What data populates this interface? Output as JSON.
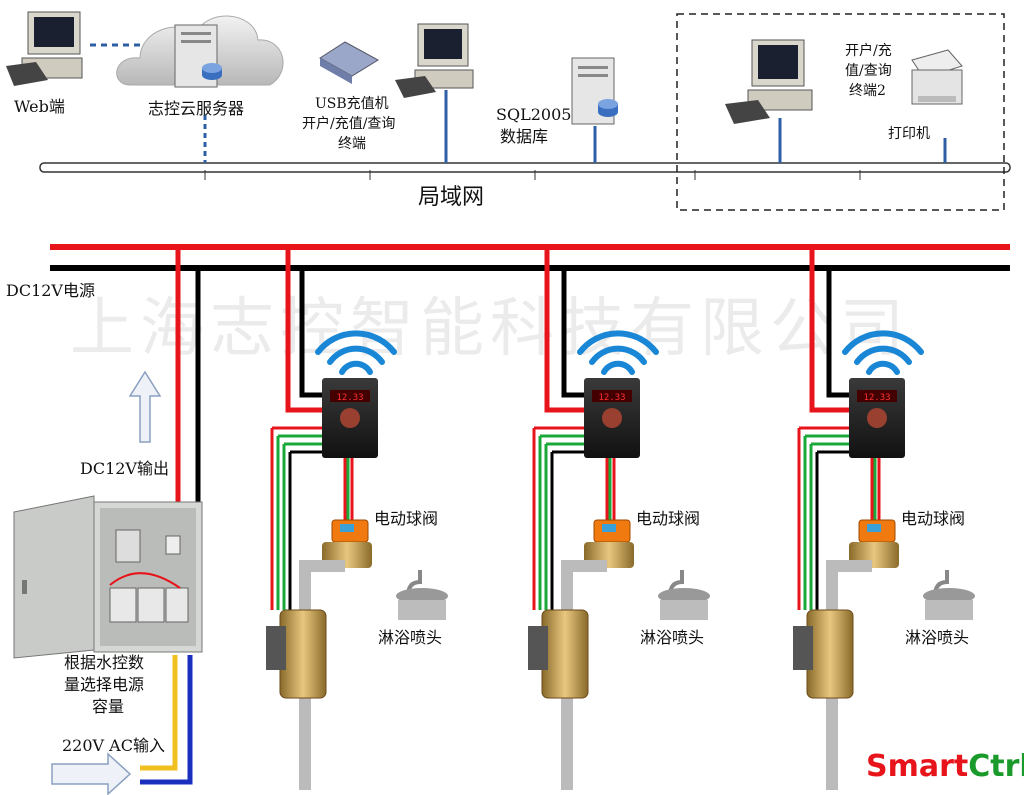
{
  "network": {
    "web_client": "Web端",
    "cloud_server": "志控云服务器",
    "usb_terminal": [
      "USB充值机",
      "开户/充值/查询",
      "终端"
    ],
    "sql_db": [
      "SQL2005",
      "数据库"
    ],
    "terminal2": [
      "开户/充",
      "值/查询",
      "终端2"
    ],
    "printer": "打印机",
    "lan": "局域网"
  },
  "power": {
    "dc_source": "DC12V电源",
    "dc_output": "DC12V输出",
    "capacity_note": [
      "根据水控数",
      "量选择电源",
      "容量"
    ],
    "ac_input": "220V AC输入"
  },
  "units": [
    {
      "valve": "电动球阀",
      "shower": "淋浴喷头",
      "display": "12.33"
    },
    {
      "valve": "电动球阀",
      "shower": "淋浴喷头",
      "display": "12.33"
    },
    {
      "valve": "电动球阀",
      "shower": "淋浴喷头",
      "display": "12.33"
    }
  ],
  "watermark": "上海志控智能科技有限公司",
  "logo": {
    "part1": "Smart",
    "part2": "Ctrl"
  },
  "colors": {
    "positive": "#e8141b",
    "negative": "#000000",
    "signal_green": "#1aa83a",
    "wifi": "#1a87d6",
    "ac_live": "#f0c020",
    "ac_neutral": "#1b2fbf",
    "logo_red": "#e8141b",
    "logo_green": "#1a9a2a"
  }
}
